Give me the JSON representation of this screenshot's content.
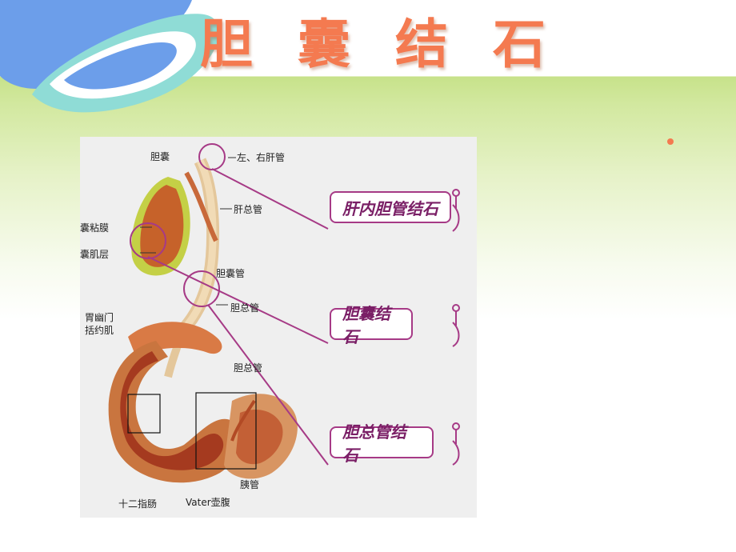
{
  "slide": {
    "title_chars": [
      "胆",
      "囊",
      "结",
      "石"
    ],
    "title_color": "#f47a50",
    "background_green": "#c7e28a"
  },
  "diagram": {
    "labels": {
      "gallbladder": "胆囊",
      "hepatic_ducts": "左、右肝管",
      "common_hepatic_duct": "肝总管",
      "mucosa": "囊粘膜",
      "muscle_layer": "囊肌层",
      "cystic_duct": "胆囊管",
      "common_bile_duct_upper": "胆总管",
      "pylorus_line1": "胃幽门",
      "pylorus_line2": "括约肌",
      "common_bile_duct_lower": "胆总管",
      "pancreatic_duct": "胰管",
      "duodenum": "十二指肠",
      "ampulla": "Vater壶腹"
    },
    "tags": {
      "intrahepatic": "肝内胆管结石",
      "gallbladder": "胆囊结石",
      "common_duct": "胆总管结石"
    },
    "accent_color": "#a63a86"
  }
}
